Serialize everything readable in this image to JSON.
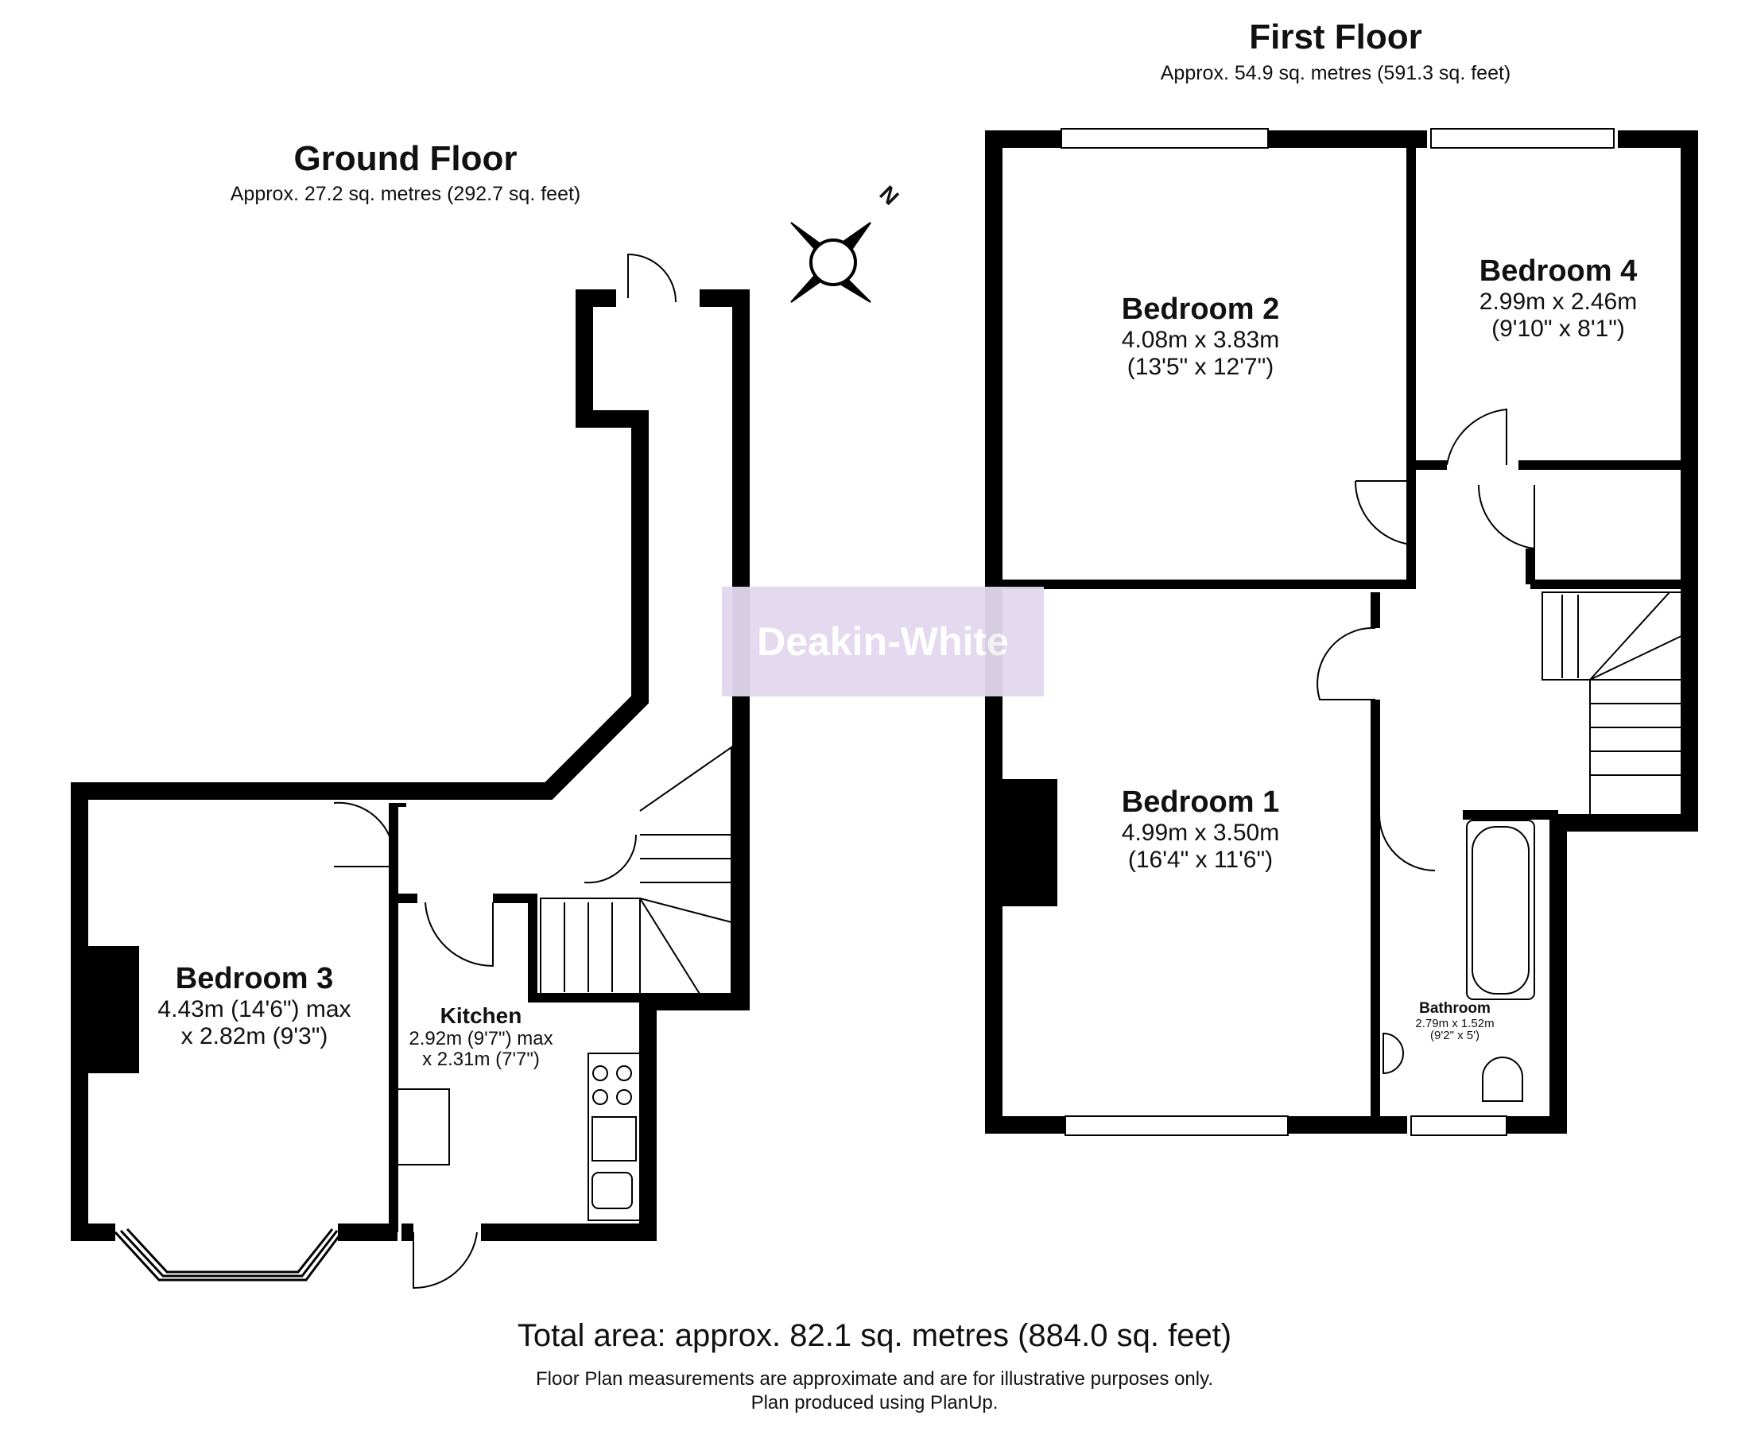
{
  "ground_floor": {
    "title": "Ground Floor",
    "area": "Approx. 27.2 sq. metres (292.7 sq. feet)",
    "rooms": {
      "bedroom3": {
        "name": "Bedroom 3",
        "dim1": "4.43m (14'6\") max",
        "dim2": "x 2.82m (9'3\")"
      },
      "kitchen": {
        "name": "Kitchen",
        "dim1": "2.92m (9'7\") max",
        "dim2": "x 2.31m (7'7\")"
      }
    }
  },
  "first_floor": {
    "title": "First Floor",
    "area": "Approx. 54.9 sq. metres (591.3 sq. feet)",
    "rooms": {
      "bedroom1": {
        "name": "Bedroom 1",
        "dim1": "4.99m x 3.50m",
        "dim2": "(16'4\" x 11'6\")"
      },
      "bedroom2": {
        "name": "Bedroom 2",
        "dim1": "4.08m x 3.83m",
        "dim2": "(13'5\" x 12'7\")"
      },
      "bedroom4": {
        "name": "Bedroom 4",
        "dim1": "2.99m x 2.46m",
        "dim2": "(9'10\" x 8'1\")"
      },
      "bathroom": {
        "name": "Bathroom",
        "dim1": "2.79m x 1.52m",
        "dim2": "(9'2\" x 5')"
      }
    }
  },
  "compass": {
    "label": "N"
  },
  "watermark": "Deakin-White",
  "footer": {
    "total": "Total area: approx. 82.1 sq. metres (884.0 sq. feet)",
    "note1": "Floor Plan measurements are approximate and are for illustrative purposes only.",
    "note2": "Plan produced using PlanUp."
  },
  "colors": {
    "wall": "#000000",
    "watermark_bg": "#e3d8ef",
    "background": "#ffffff"
  }
}
